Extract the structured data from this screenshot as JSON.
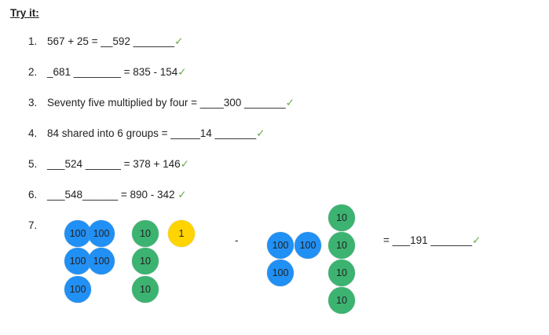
{
  "title": "Try it:",
  "check_color": "#6aa84f",
  "items": [
    {
      "num": "1.",
      "text": "567 + 25 = __592 _______",
      "check": "✓"
    },
    {
      "num": "2.",
      "text": "_681 ________ = 835 - 154",
      "check": "✓"
    },
    {
      "num": "3.",
      "text": "Seventy five multiplied by four = ____300 _______",
      "check": "✓"
    },
    {
      "num": "4.",
      "text": "84 shared into 6 groups = _____14 _______",
      "check": "✓"
    },
    {
      "num": "5.",
      "text": "___524 ______ = 378 + 146",
      "check": "✓"
    },
    {
      "num": "6.",
      "text": "___548______ = 890 - 342 ",
      "check": "✓"
    },
    {
      "num": "7.",
      "text": "",
      "check": ""
    }
  ],
  "question7": {
    "minus": "-",
    "answer": "= ___191 _______",
    "check": "✓",
    "counter_labels": {
      "hundred": "100",
      "ten": "10",
      "one": "1"
    }
  }
}
